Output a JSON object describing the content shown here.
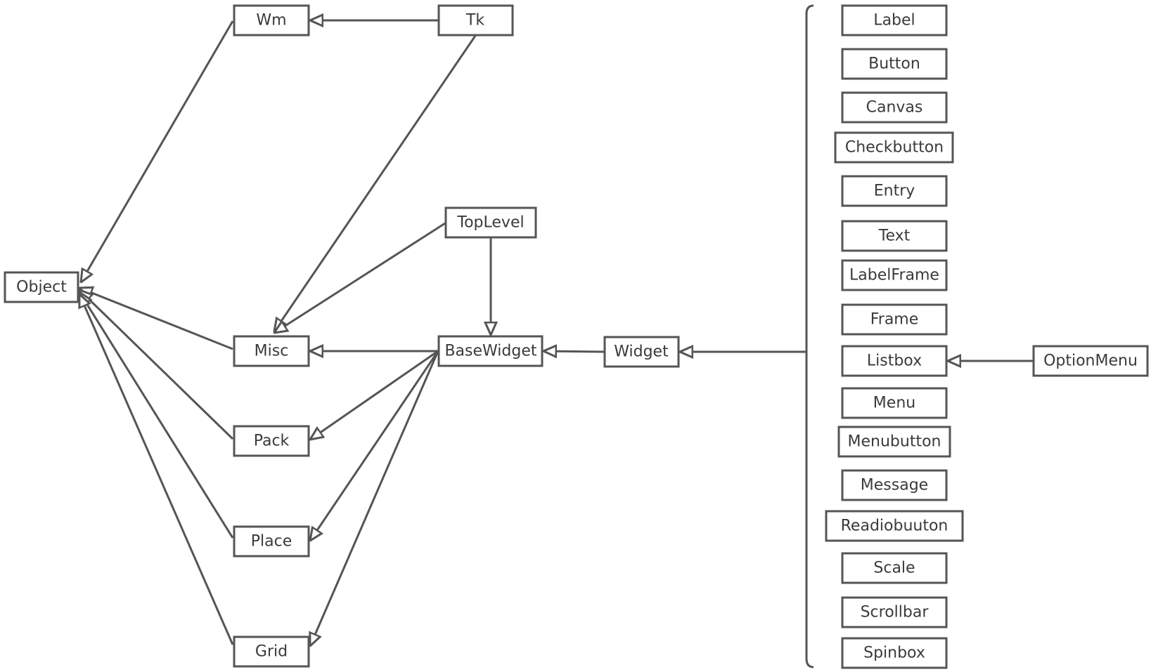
{
  "diagram": {
    "nodes": [
      {
        "id": "object",
        "label": "Object"
      },
      {
        "id": "wm",
        "label": "Wm"
      },
      {
        "id": "tk",
        "label": "Tk"
      },
      {
        "id": "toplevel",
        "label": "TopLevel"
      },
      {
        "id": "misc",
        "label": "Misc"
      },
      {
        "id": "basewidget",
        "label": "BaseWidget"
      },
      {
        "id": "widget",
        "label": "Widget"
      },
      {
        "id": "pack",
        "label": "Pack"
      },
      {
        "id": "place",
        "label": "Place"
      },
      {
        "id": "grid",
        "label": "Grid"
      },
      {
        "id": "label",
        "label": "Label"
      },
      {
        "id": "button",
        "label": "Button"
      },
      {
        "id": "canvas",
        "label": "Canvas"
      },
      {
        "id": "checkbutton",
        "label": "Checkbutton"
      },
      {
        "id": "entry",
        "label": "Entry"
      },
      {
        "id": "text",
        "label": "Text"
      },
      {
        "id": "labelframe",
        "label": "LabelFrame"
      },
      {
        "id": "frame",
        "label": "Frame"
      },
      {
        "id": "listbox",
        "label": "Listbox"
      },
      {
        "id": "menu",
        "label": "Menu"
      },
      {
        "id": "menubutton",
        "label": "Menubutton"
      },
      {
        "id": "message",
        "label": "Message"
      },
      {
        "id": "readiobuuton",
        "label": "Readiobuuton"
      },
      {
        "id": "scale",
        "label": "Scale"
      },
      {
        "id": "scrollbar",
        "label": "Scrollbar"
      },
      {
        "id": "spinbox",
        "label": "Spinbox"
      },
      {
        "id": "optionmenu",
        "label": "OptionMenu"
      }
    ],
    "edges": [
      {
        "from": "tk",
        "to": "wm"
      },
      {
        "from": "wm",
        "to": "object"
      },
      {
        "from": "tk",
        "to": "misc"
      },
      {
        "from": "toplevel",
        "to": "misc"
      },
      {
        "from": "toplevel",
        "to": "basewidget"
      },
      {
        "from": "misc",
        "to": "object"
      },
      {
        "from": "pack",
        "to": "object"
      },
      {
        "from": "place",
        "to": "object"
      },
      {
        "from": "grid",
        "to": "object"
      },
      {
        "from": "basewidget",
        "to": "misc"
      },
      {
        "from": "basewidget",
        "to": "pack"
      },
      {
        "from": "basewidget",
        "to": "place"
      },
      {
        "from": "basewidget",
        "to": "grid"
      },
      {
        "from": "widget",
        "to": "basewidget"
      },
      {
        "from": "widget_group",
        "to": "widget"
      },
      {
        "from": "optionmenu",
        "to": "listbox"
      }
    ],
    "colors": {
      "stroke": "#555555",
      "text": "#3a3a3a",
      "background": "#ffffff"
    }
  }
}
